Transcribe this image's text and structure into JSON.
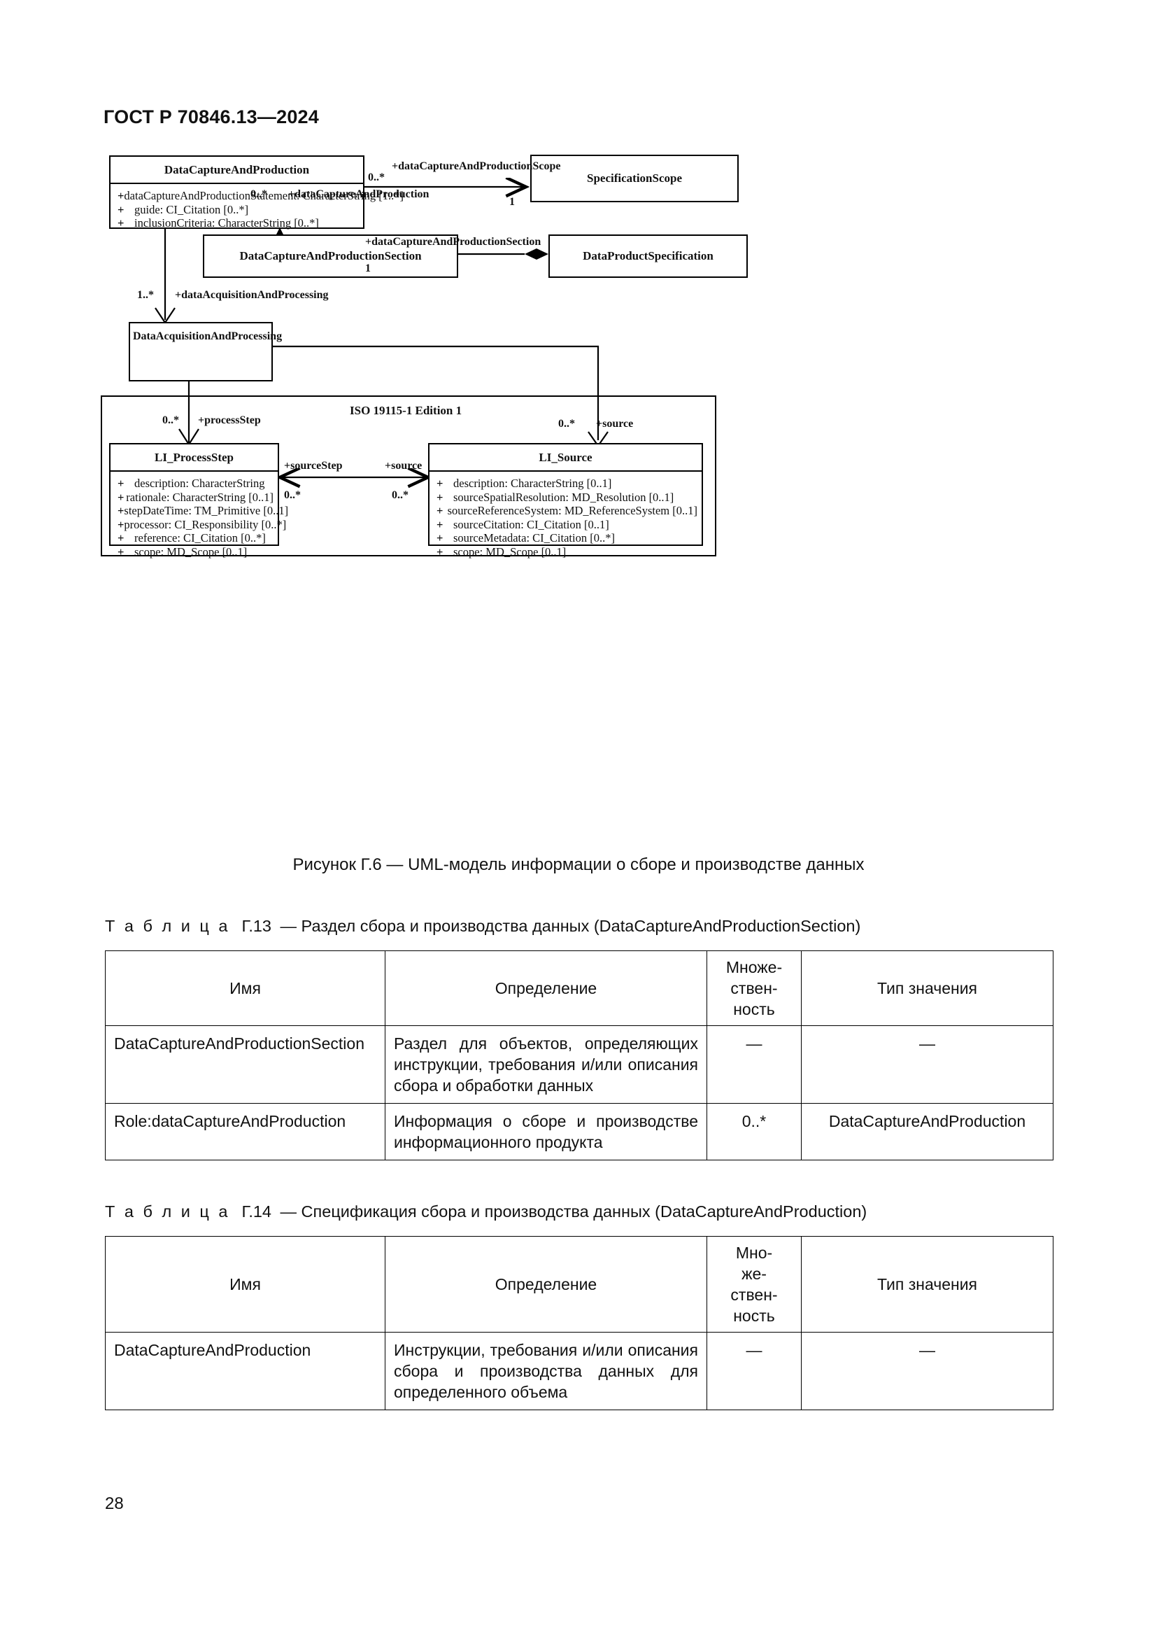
{
  "document": {
    "header": "ГОСТ Р 70846.13—2024",
    "page_number": "28"
  },
  "figure": {
    "caption": "Рисунок Г.6 — UML-модель информации о сборе и производстве данных",
    "package_title": "ISO 19115-1 Edition 1",
    "classes": {
      "data_capture_and_production": {
        "name": "DataCaptureAndProduction",
        "attributes": [
          {
            "vis": "+",
            "text": "dataCaptureAndProductionStatement: CharacterString [1..*]"
          },
          {
            "vis": "+",
            "text": "guide: CI_Citation [0..*]"
          },
          {
            "vis": "+",
            "text": "inclusionCriteria: CharacterString [0..*]"
          }
        ]
      },
      "specification_scope": {
        "name": "SpecificationScope",
        "attributes": []
      },
      "data_capture_and_production_section": {
        "name": "DataCaptureAndProductionSection",
        "attributes": []
      },
      "data_product_specification": {
        "name": "DataProductSpecification",
        "attributes": []
      },
      "data_acquisition_and_processing": {
        "name": "DataAcquisitionAndProcessing",
        "attributes": []
      },
      "li_process_step": {
        "name": "LI_ProcessStep",
        "attributes": [
          {
            "vis": "+",
            "text": "description: CharacterString"
          },
          {
            "vis": "+",
            "text": "rationale: CharacterString [0..1]"
          },
          {
            "vis": "+",
            "text": "stepDateTime: TM_Primitive [0..1]"
          },
          {
            "vis": "+",
            "text": "processor: CI_Responsibility [0..*]"
          },
          {
            "vis": "+",
            "text": "reference: CI_Citation [0..*]"
          },
          {
            "vis": "+",
            "text": "scope: MD_Scope [0..1]"
          }
        ]
      },
      "li_source": {
        "name": "LI_Source",
        "attributes": [
          {
            "vis": "+",
            "text": "description: CharacterString [0..1]"
          },
          {
            "vis": "+",
            "text": "sourceSpatialResolution: MD_Resolution [0..1]"
          },
          {
            "vis": "+",
            "text": "sourceReferenceSystem: MD_ReferenceSystem [0..1]"
          },
          {
            "vis": "+",
            "text": "sourceCitation: CI_Citation [0..1]"
          },
          {
            "vis": "+",
            "text": "sourceMetadata: CI_Citation [0..*]"
          },
          {
            "vis": "+",
            "text": "scope: MD_Scope [0..1]"
          }
        ]
      }
    },
    "associations": {
      "scope_role": "+dataCaptureAndProductionScope",
      "scope_mult_source": "0..*",
      "scope_mult_target": "1",
      "dcp_role": "+dataCaptureAndProduction",
      "dcp_mult": "0..*",
      "section_role": "+dataCaptureAndProductionSection",
      "section_mult": "1",
      "acquisition_role": "+dataAcquisitionAndProcessing",
      "acquisition_mult": "1..*",
      "process_step_role": "+processStep",
      "process_step_mult": "0..*",
      "source_role": "+source",
      "source_mult": "0..*",
      "source_step_role": "+sourceStep",
      "source_step_mult": "0..*",
      "source_role_2": "+source",
      "source_mult_2": "0..*"
    }
  },
  "tables": [
    {
      "caption_label": "Т а б л и ц а",
      "caption_number": "Г.13",
      "caption_text": "— Раздел сбора и производства данных (DataCaptureAndProductionSection)",
      "headers": {
        "name": "Имя",
        "definition": "Определение",
        "multiplicity_lines": [
          "Множе-",
          "ствен-",
          "ность"
        ],
        "value_type": "Тип значения"
      },
      "rows": [
        {
          "name": "DataCaptureAndProductionSection",
          "definition": "Раздел для объектов, определяю­щих инструкции, требования и/или описания сбора и обработки данных",
          "multiplicity": "—",
          "value_type": "—"
        },
        {
          "name": "Role:dataCaptureAndProduction",
          "definition": "Информация о сборе и производстве информационного продукта",
          "multiplicity": "0..*",
          "value_type": "DataCaptureAndProduction"
        }
      ]
    },
    {
      "caption_label": "Т а б л и ц а",
      "caption_number": "Г.14",
      "caption_text": "— Спецификация сбора и производства данных (DataCaptureAndProduction)",
      "headers": {
        "name": "Имя",
        "definition": "Определение",
        "multiplicity_lines": [
          "Мно-",
          "же-",
          "ствен-",
          "ность"
        ],
        "value_type": "Тип значения"
      },
      "rows": [
        {
          "name": "DataCaptureAndProduction",
          "definition": "Инструкции, требования и/или описания сбора и производства данных для определенного объ­ема",
          "multiplicity": "—",
          "value_type": "—"
        }
      ]
    }
  ]
}
